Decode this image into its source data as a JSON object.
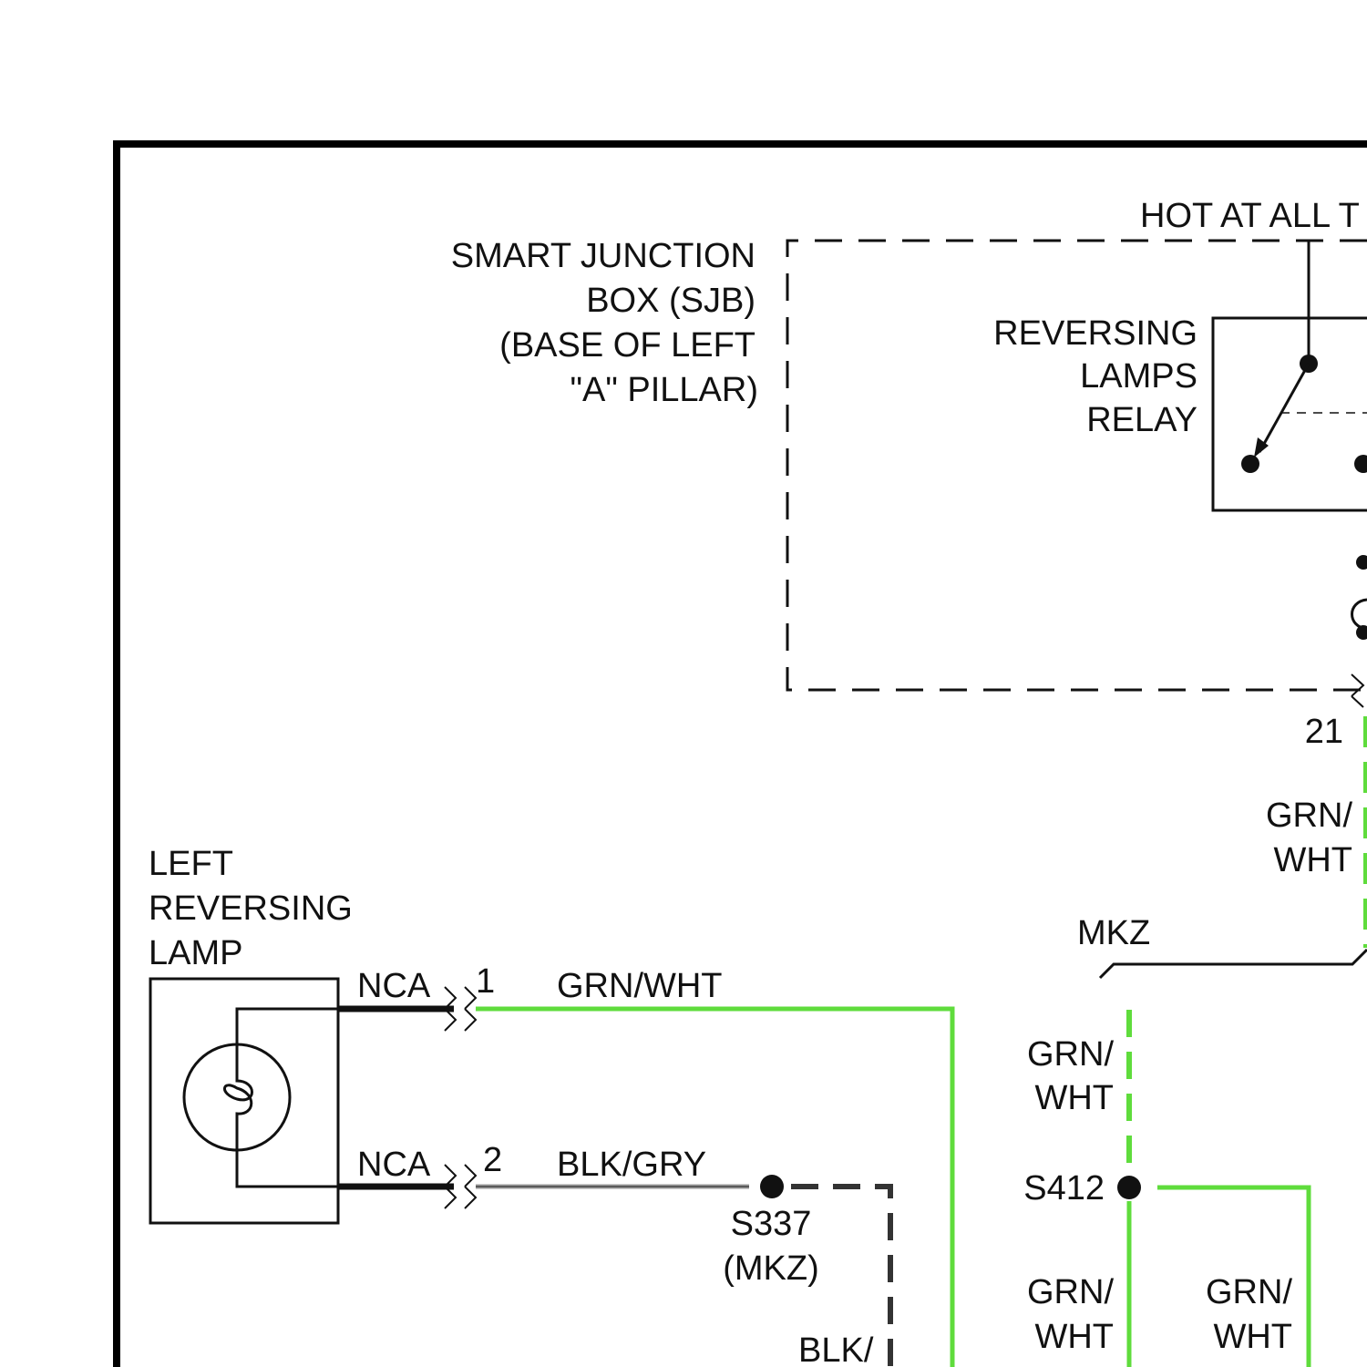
{
  "colors": {
    "wire_green": "#5fdc3c",
    "wire_grey": "#9a9a9a",
    "wire_black": "#111111",
    "dashed_grey": "#333333",
    "frame": "#000000"
  },
  "labels": {
    "hot_at_all": "HOT AT ALL T",
    "sjb_line1": "SMART JUNCTION",
    "sjb_line2": "BOX (SJB)",
    "sjb_line3": "(BASE OF LEFT",
    "sjb_line4": "\"A\" PILLAR)",
    "relay_line1": "REVERSING",
    "relay_line2": "LAMPS",
    "relay_line3": "RELAY",
    "pin_21": "21",
    "wire_grn_wht_1a": "GRN/",
    "wire_grn_wht_1b": "WHT",
    "mkz": "MKZ",
    "lamp_line1": "LEFT",
    "lamp_line2": "REVERSING",
    "lamp_line3": "LAMP",
    "nca_1": "NCA",
    "pin_1": "1",
    "wire_grn_wht_h": "GRN/WHT",
    "nca_2": "NCA",
    "pin_2": "2",
    "wire_blk_gry": "BLK/GRY",
    "splice_s337": "S337",
    "splice_s337_sub": "(MKZ)",
    "wire_blk_partial": "BLK/",
    "wire_grn_wht_2a": "GRN/",
    "wire_grn_wht_2b": "WHT",
    "splice_s412": "S412",
    "wire_grn_wht_3a": "GRN/",
    "wire_grn_wht_3b": "WHT",
    "wire_grn_wht_4a": "GRN/",
    "wire_grn_wht_4b": "WHT"
  }
}
